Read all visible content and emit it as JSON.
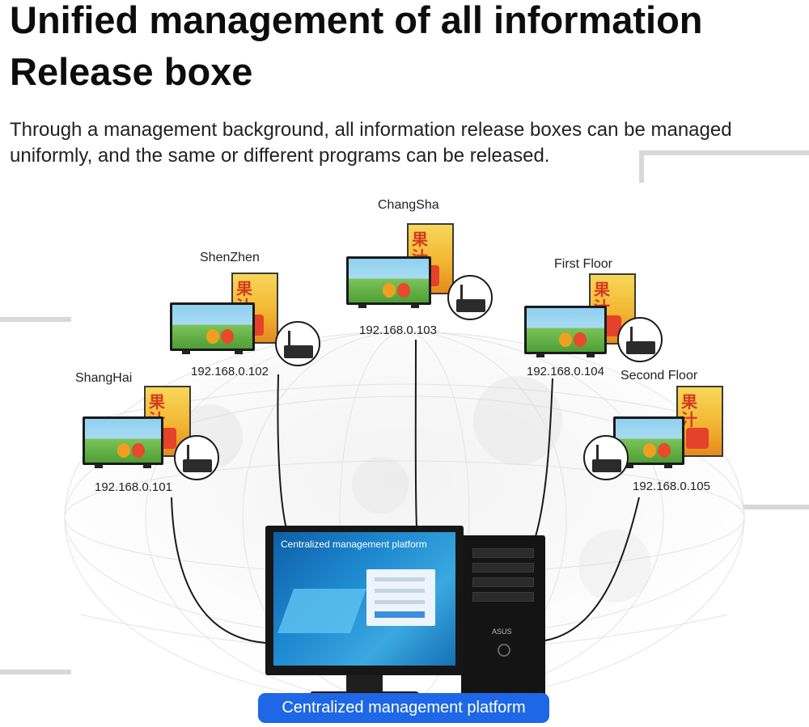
{
  "header": {
    "title_line1": "Unified management of all information",
    "title_line2": "Release boxe",
    "description": "Through a management background, all information release boxes can be managed uniformly, and the same or different programs can be released."
  },
  "nodes": [
    {
      "city": "ShangHai",
      "ip": "192.168.0.101"
    },
    {
      "city": "ShenZhen",
      "ip": "192.168.0.102"
    },
    {
      "city": "ChangSha",
      "ip": "192.168.0.103"
    },
    {
      "city": "First Floor",
      "ip": "192.168.0.104"
    },
    {
      "city": "Second Floor",
      "ip": "192.168.0.105"
    }
  ],
  "platform": {
    "screen_label": "Centralized management platform",
    "footer_label": "Centralized management platform",
    "brand": "ASUS"
  },
  "colors": {
    "title": "#0d0d0d",
    "pill": "#1e67e6",
    "connector": "#1a1a1a"
  }
}
